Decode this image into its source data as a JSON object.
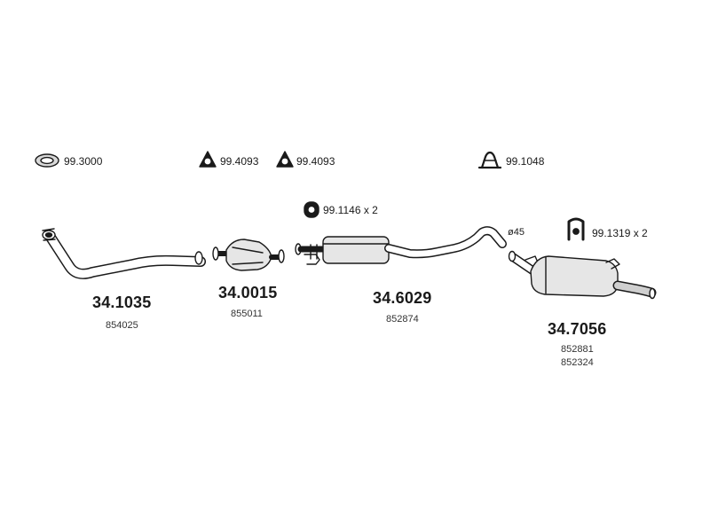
{
  "accessories": {
    "ring": {
      "code": "99.3000",
      "icon": "gasket-ring-icon"
    },
    "triangle_a": {
      "code": "99.4093",
      "icon": "triangle-gasket-icon"
    },
    "triangle_b": {
      "code": "99.4093",
      "icon": "triangle-gasket-icon"
    },
    "clamp": {
      "code": "99.1048",
      "icon": "u-clamp-icon"
    },
    "hanger_mid": {
      "code": "99.1146 x 2",
      "icon": "rubber-hanger-icon"
    },
    "hanger_rear": {
      "code": "99.1319 x 2",
      "icon": "rubber-hanger-icon"
    }
  },
  "parts": [
    {
      "code": "34.1035",
      "oem": [
        "854025"
      ],
      "component": "front-pipe"
    },
    {
      "code": "34.0015",
      "oem": [
        "855011"
      ],
      "component": "catalytic-converter"
    },
    {
      "code": "34.6029",
      "oem": [
        "852874"
      ],
      "component": "middle-silencer"
    },
    {
      "code": "34.7056",
      "oem": [
        "852881",
        "852324"
      ],
      "component": "rear-silencer"
    }
  ],
  "diameter_note": "ø45",
  "colors": {
    "ink": "#1a1a1a",
    "fill_light": "#e6e6e6",
    "fill_mid": "#cfcfcf"
  }
}
